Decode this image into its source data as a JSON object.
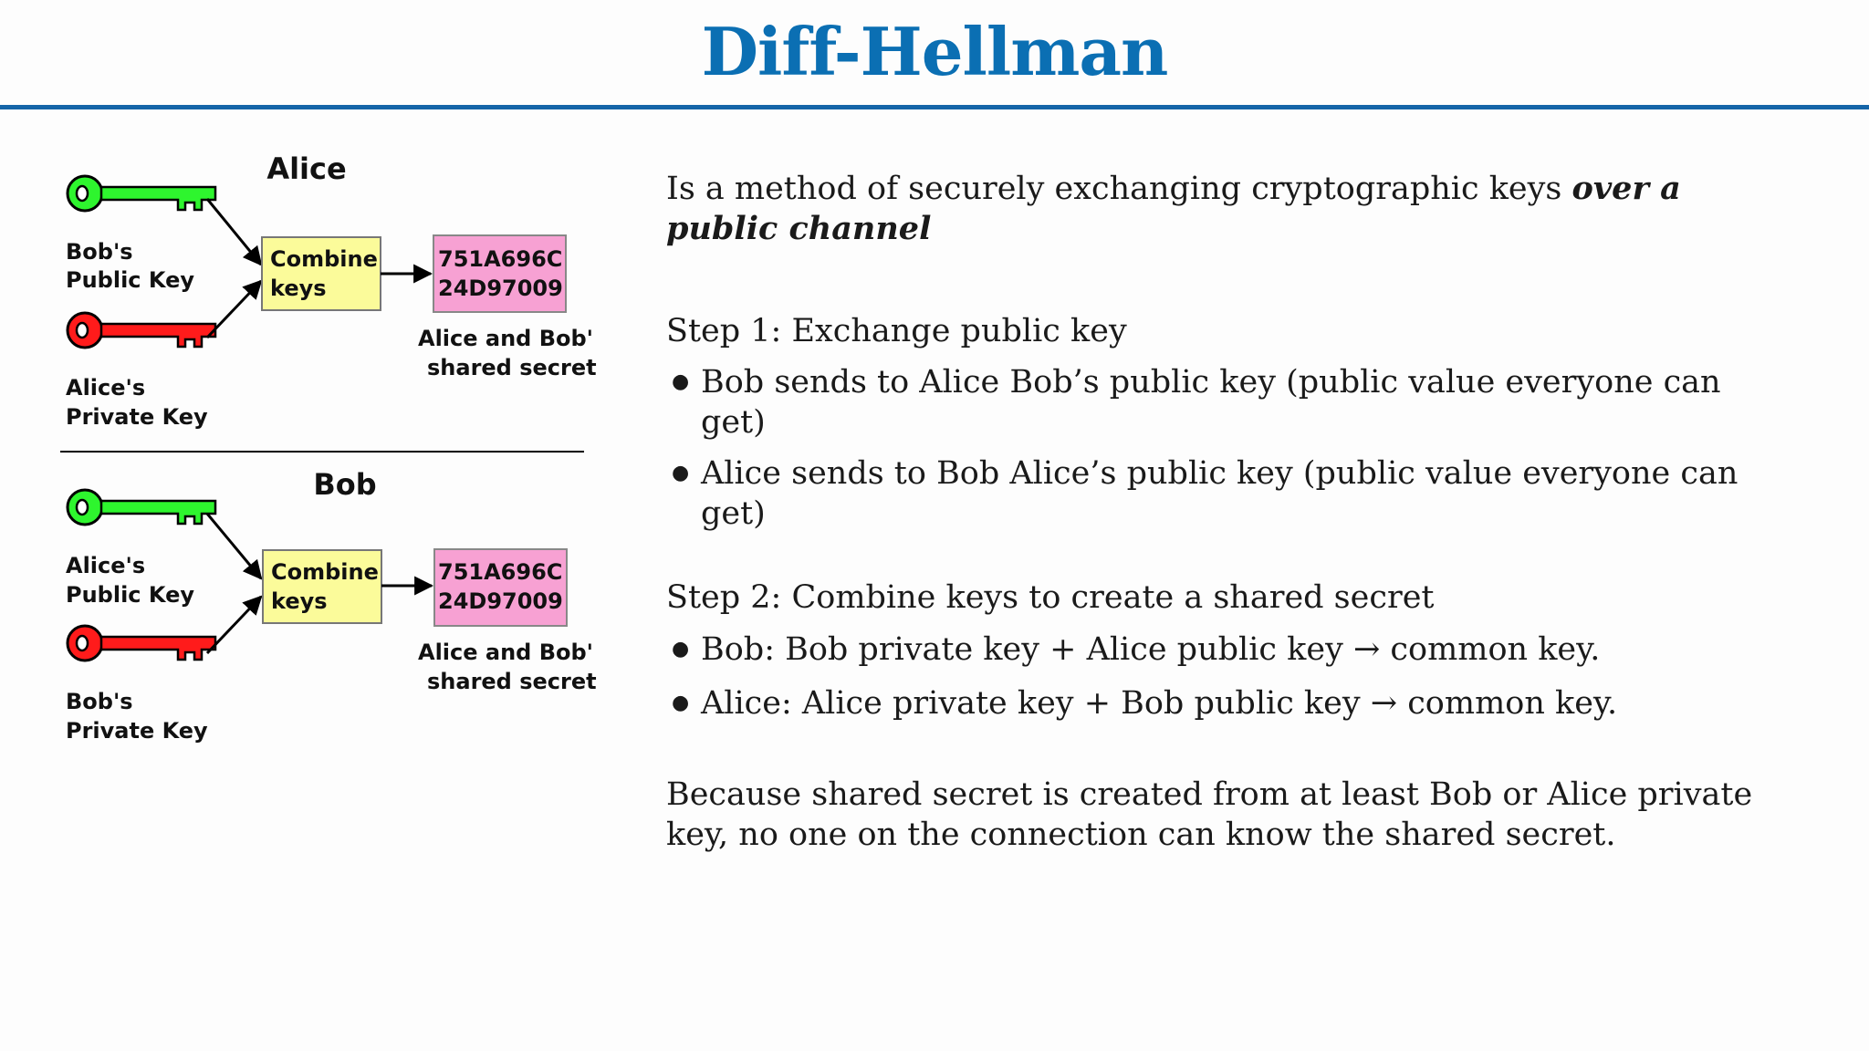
{
  "title": "Diff-Hellman",
  "colors": {
    "title": "#0b6fb3",
    "rule": "#1565a8",
    "public_key": "#2ef52e",
    "private_key": "#ff1b1b",
    "combine_box": "#fbfb9a",
    "secret_box": "#f7a1d3"
  },
  "diagram": {
    "alice": {
      "heading": "Alice",
      "public_key_label": [
        "Bob's",
        "Public Key"
      ],
      "private_key_label": [
        "Alice's",
        "Private Key"
      ],
      "combine_label": [
        "Combine",
        "keys"
      ],
      "secret_value": [
        "751A696C",
        "24D97009"
      ],
      "secret_label": [
        "Alice and Bob'",
        "shared secret"
      ]
    },
    "bob": {
      "heading": "Bob",
      "public_key_label": [
        "Alice's",
        "Public Key"
      ],
      "private_key_label": [
        "Bob's",
        "Private Key"
      ],
      "combine_label": [
        "Combine",
        "keys"
      ],
      "secret_value": [
        "751A696C",
        "24D97009"
      ],
      "secret_label": [
        "Alice and Bob'",
        "shared secret"
      ]
    }
  },
  "content": {
    "intro_plain": "Is a method of securely exchanging cryptographic keys ",
    "intro_emphasis": "over a public channel",
    "step1": {
      "heading": "Step 1: Exchange public key",
      "bullets": [
        "Bob sends to Alice Bob’s public key (public value everyone can get)",
        "Alice sends to Bob Alice’s public key (public value everyone can get)"
      ]
    },
    "step2": {
      "heading": "Step 2: Combine keys to create a shared secret",
      "bullets": [
        "Bob: Bob private key + Alice public key → common key.",
        "Alice: Alice private key + Bob public key → common key."
      ]
    },
    "conclusion": "Because shared secret is created from at least Bob or Alice private key, no one on the connection can know the shared secret.",
    "bullet_symbol": "●"
  }
}
